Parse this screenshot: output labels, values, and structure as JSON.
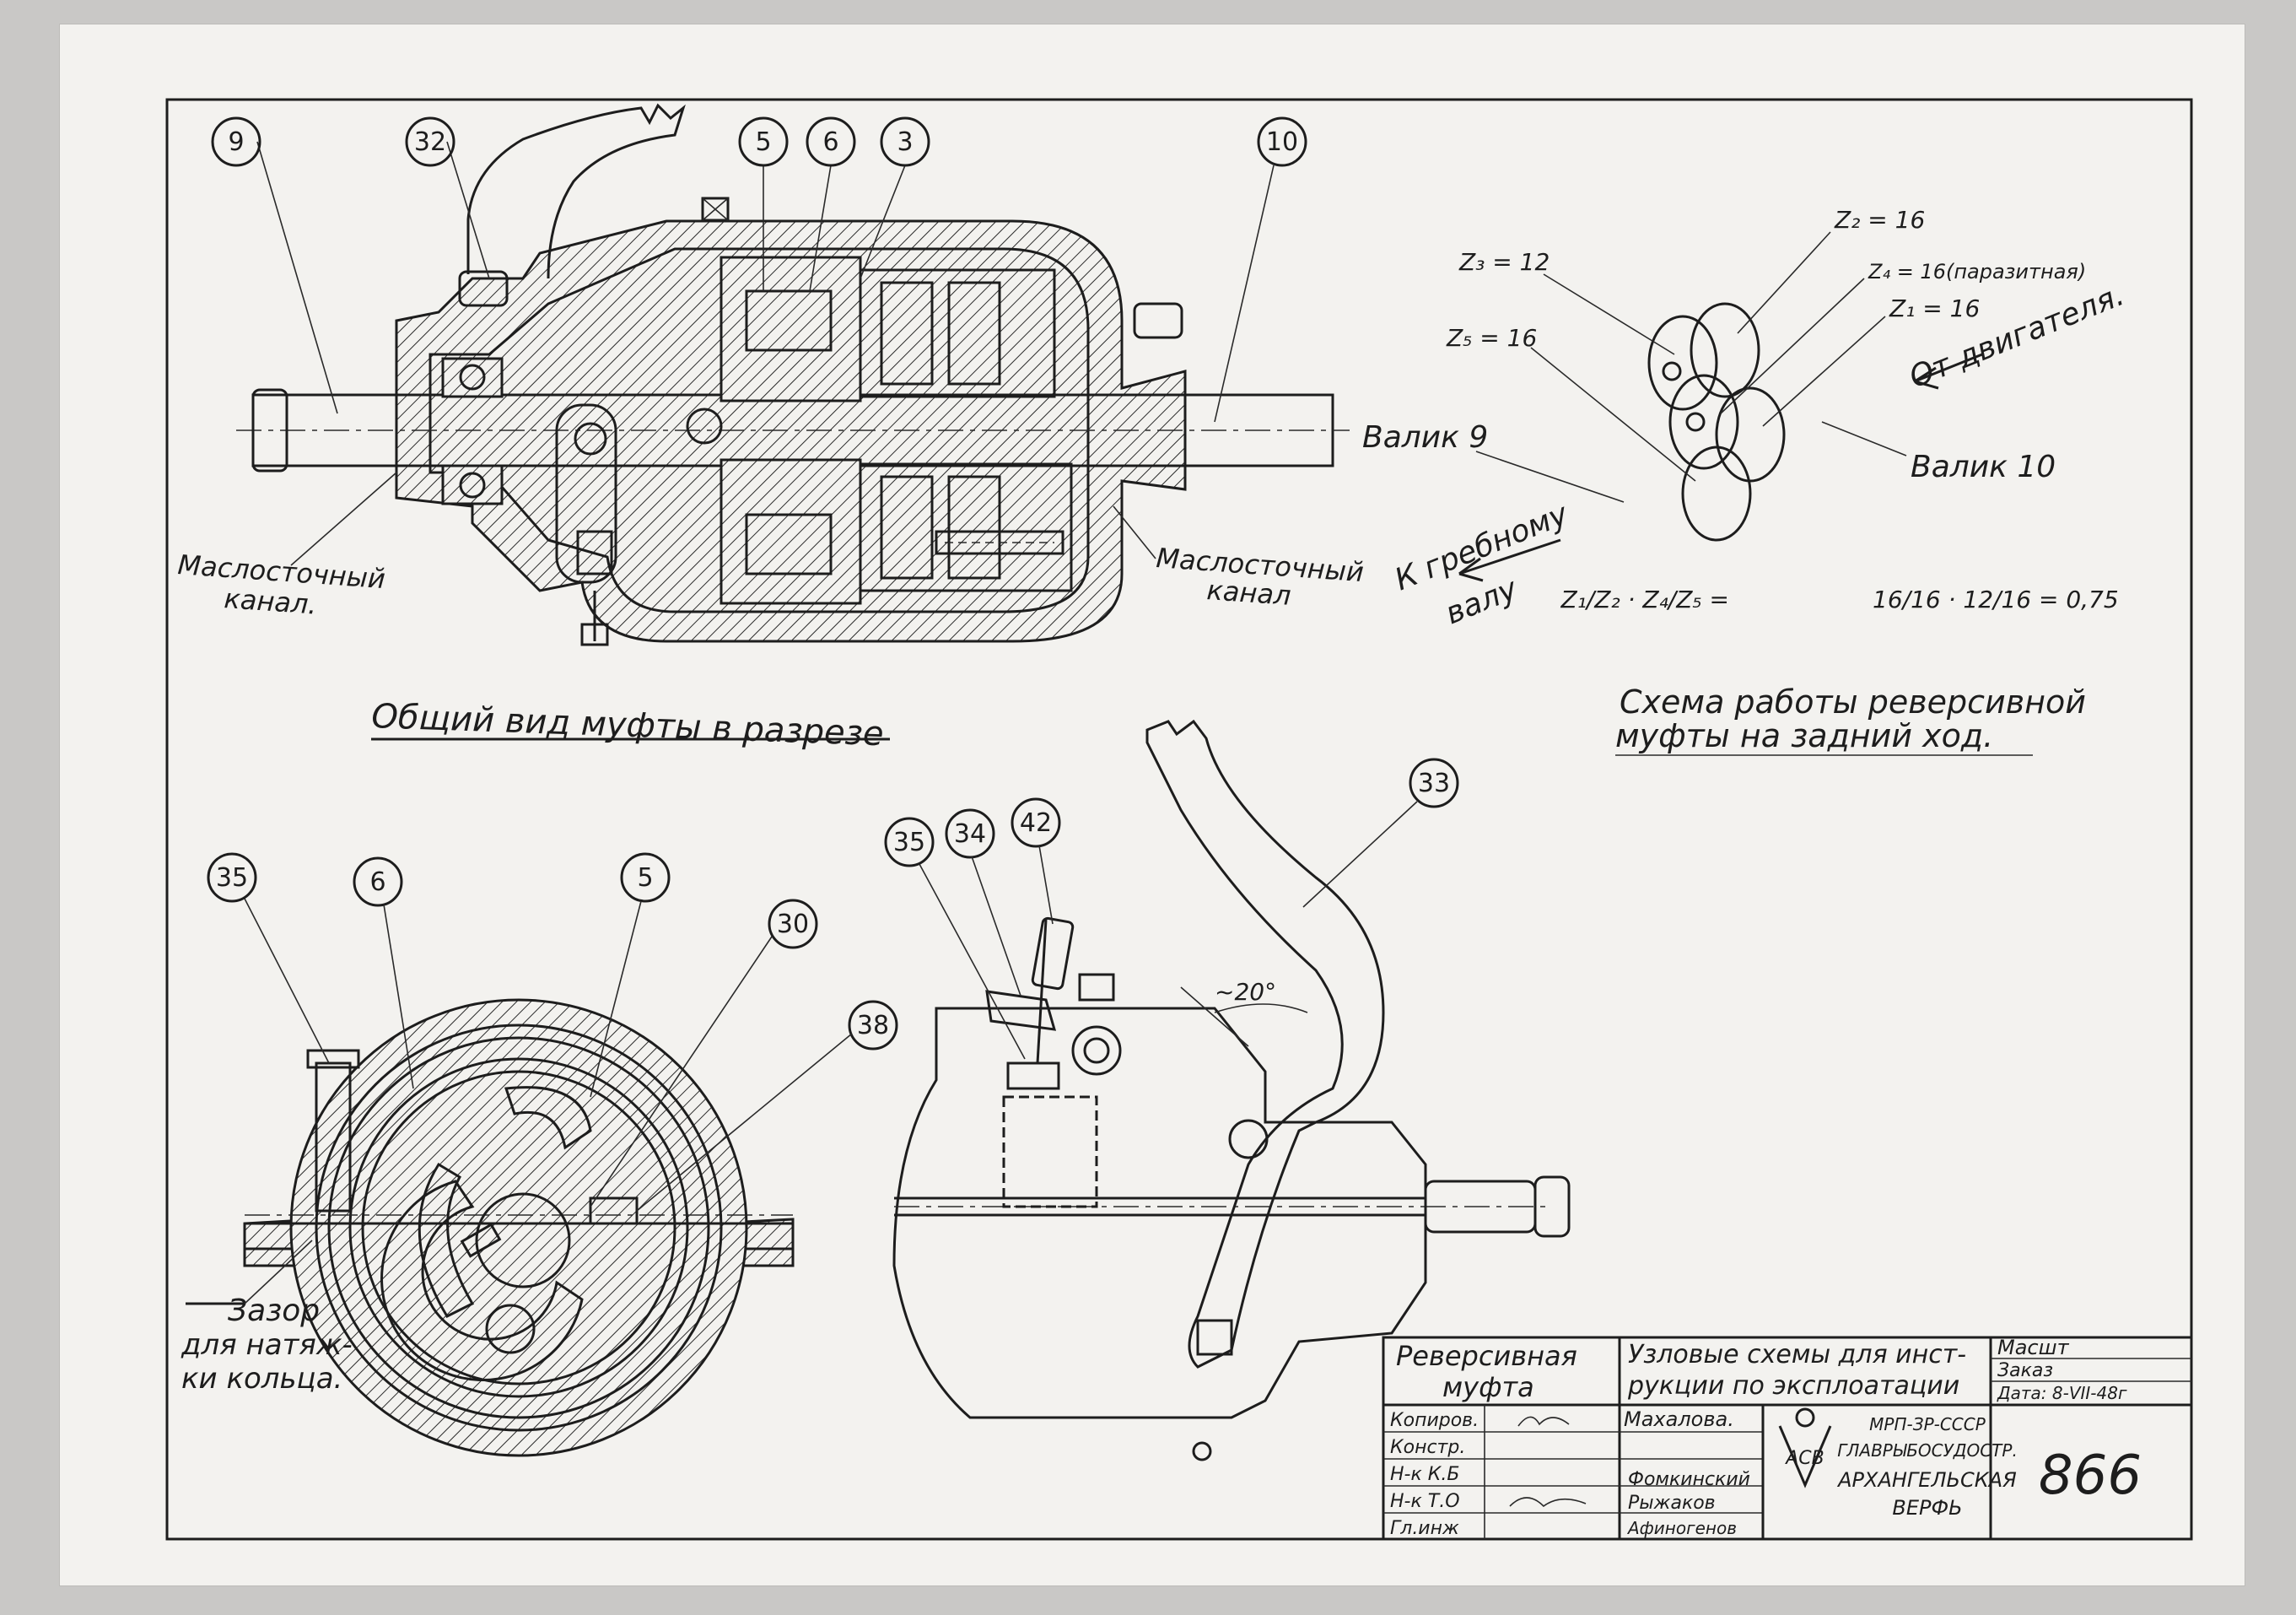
{
  "colors": {
    "paper": "#f3f2ef",
    "ink": "#1d1d1d",
    "background": "#c9c8c6"
  },
  "top_view": {
    "callouts": [
      "9",
      "32",
      "5",
      "6",
      "3",
      "10"
    ],
    "label_left_1": "Маслосточный",
    "label_left_2": "канал.",
    "label_right_1": "Маслосточный",
    "label_right_2": "канал",
    "to_shaft_1": "К гребному",
    "to_shaft_2": "валу",
    "caption": "Общий вид муфты в разрезе"
  },
  "scheme": {
    "z2": "Z₂ = 16",
    "z3": "Z₃ = 12",
    "z4": "Z₄ = 16(паразитная)",
    "z1": "Z₁ = 16",
    "z5": "Z₅ = 16",
    "from_engine": "От двигателя.",
    "shaft9": "Валик 9",
    "shaft10": "Валик 10",
    "formula_left": "Z₁/Z₂ · Z₄/Z₅ =",
    "formula_right": "16/16 · 12/16 = 0,75",
    "caption_1": "Схема работы реверсивной",
    "caption_2": "муфты на задний ход."
  },
  "bottom_left": {
    "callouts": [
      "35",
      "6",
      "5",
      "30",
      "38"
    ],
    "gap_1": "Зазор",
    "gap_2": "для натяж-",
    "gap_3": "ки кольца."
  },
  "bottom_right": {
    "callouts": [
      "35",
      "34",
      "42",
      "33"
    ],
    "angle": "~20°"
  },
  "title_block": {
    "name_1": "Реверсивная",
    "name_2": "муфта",
    "desc_1": "Узловые схемы для инст-",
    "desc_2": "рукции по эксплоатации",
    "scale": "Масшт",
    "order": "Заказ",
    "date": "Дата: 8-VII-48г",
    "role_1": "Копиров.",
    "role_2": "Констр.",
    "role_3": "Н-к К.Б",
    "role_4": "Н-к Т.О",
    "role_5": "Гл.инж",
    "person_1": "Махалова.",
    "person_2": "Фомкинский",
    "person_3": "Рыжаков",
    "person_4": "Афиногенов",
    "org_1": "МРП-ЗР-СССР",
    "org_2": "ГЛАВРЫБОСУДОСТР.",
    "org_3": "АРХАНГЕЛЬСКАЯ",
    "org_4": "ВЕРФЬ",
    "logo": "АСВ",
    "sheet_number": "866"
  }
}
